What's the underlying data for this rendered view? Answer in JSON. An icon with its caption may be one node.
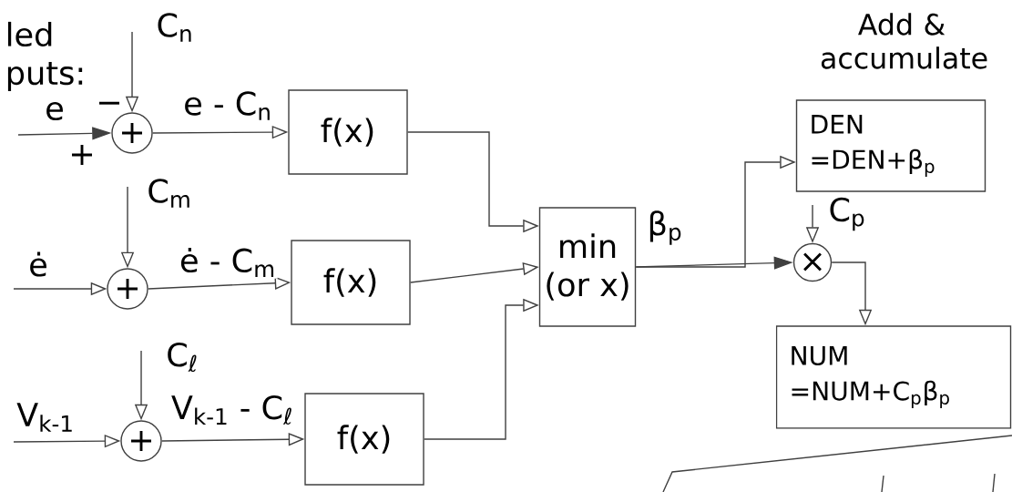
{
  "diagram": {
    "nodes": [
      {
        "text": [
          "+"
        ],
        "beside": [
          "−",
          "+"
        ]
      },
      {
        "text": [
          "f(x)"
        ]
      },
      {
        "text": [
          "+"
        ]
      },
      {
        "text": [
          "f(x)"
        ]
      },
      {
        "text": [
          "+"
        ]
      },
      {
        "text": [
          "f(x)"
        ]
      },
      {
        "text": [
          "min",
          "(or x)"
        ]
      },
      {
        "text": [
          "DEN",
          "=DEN+β$_{p}$"
        ]
      },
      {
        "text": [
          "×"
        ]
      },
      {
        "text": [
          "NUM",
          "=NUM+C$_{p}$β$_{p}$"
        ]
      }
    ],
    "edges": [
      {
        "from": null,
        "to": 0,
        "arrow": "to",
        "label": "e"
      },
      {
        "from": null,
        "to": 0,
        "arrow": "to",
        "label": "C$_{n}$"
      },
      {
        "from": 0,
        "to": 1,
        "arrow": "to",
        "label": "e - C$_{n}$"
      },
      {
        "from": null,
        "to": 2,
        "arrow": "to",
        "label": "ė"
      },
      {
        "from": null,
        "to": 2,
        "arrow": "to",
        "label": "C$_{m}$"
      },
      {
        "from": 2,
        "to": 3,
        "arrow": "to",
        "label": "ė - C$_{m}$"
      },
      {
        "from": null,
        "to": 4,
        "arrow": "to",
        "label": "V$_{k-1}$"
      },
      {
        "from": null,
        "to": 4,
        "arrow": "to",
        "label": "C$_{ℓ}$"
      },
      {
        "from": 4,
        "to": 5,
        "arrow": "to",
        "label": "V$_{k-1}$ - C$_{ℓ}$"
      },
      {
        "from": 1,
        "to": 6,
        "arrow": "to"
      },
      {
        "from": 3,
        "to": 6,
        "arrow": "to"
      },
      {
        "from": 5,
        "to": 6,
        "arrow": "to"
      },
      {
        "from": 6,
        "to": 7,
        "arrow": "to"
      },
      {
        "from": 6,
        "to": 8,
        "arrow": "to",
        "label": "β$_{p}$"
      },
      {
        "from": null,
        "to": 8,
        "arrow": "to",
        "label": "C$_{p}$"
      },
      {
        "from": 8,
        "to": 9,
        "arrow": "to"
      }
    ],
    "labels": [
      "led puts:",
      "Add & accumulate"
    ]
  }
}
